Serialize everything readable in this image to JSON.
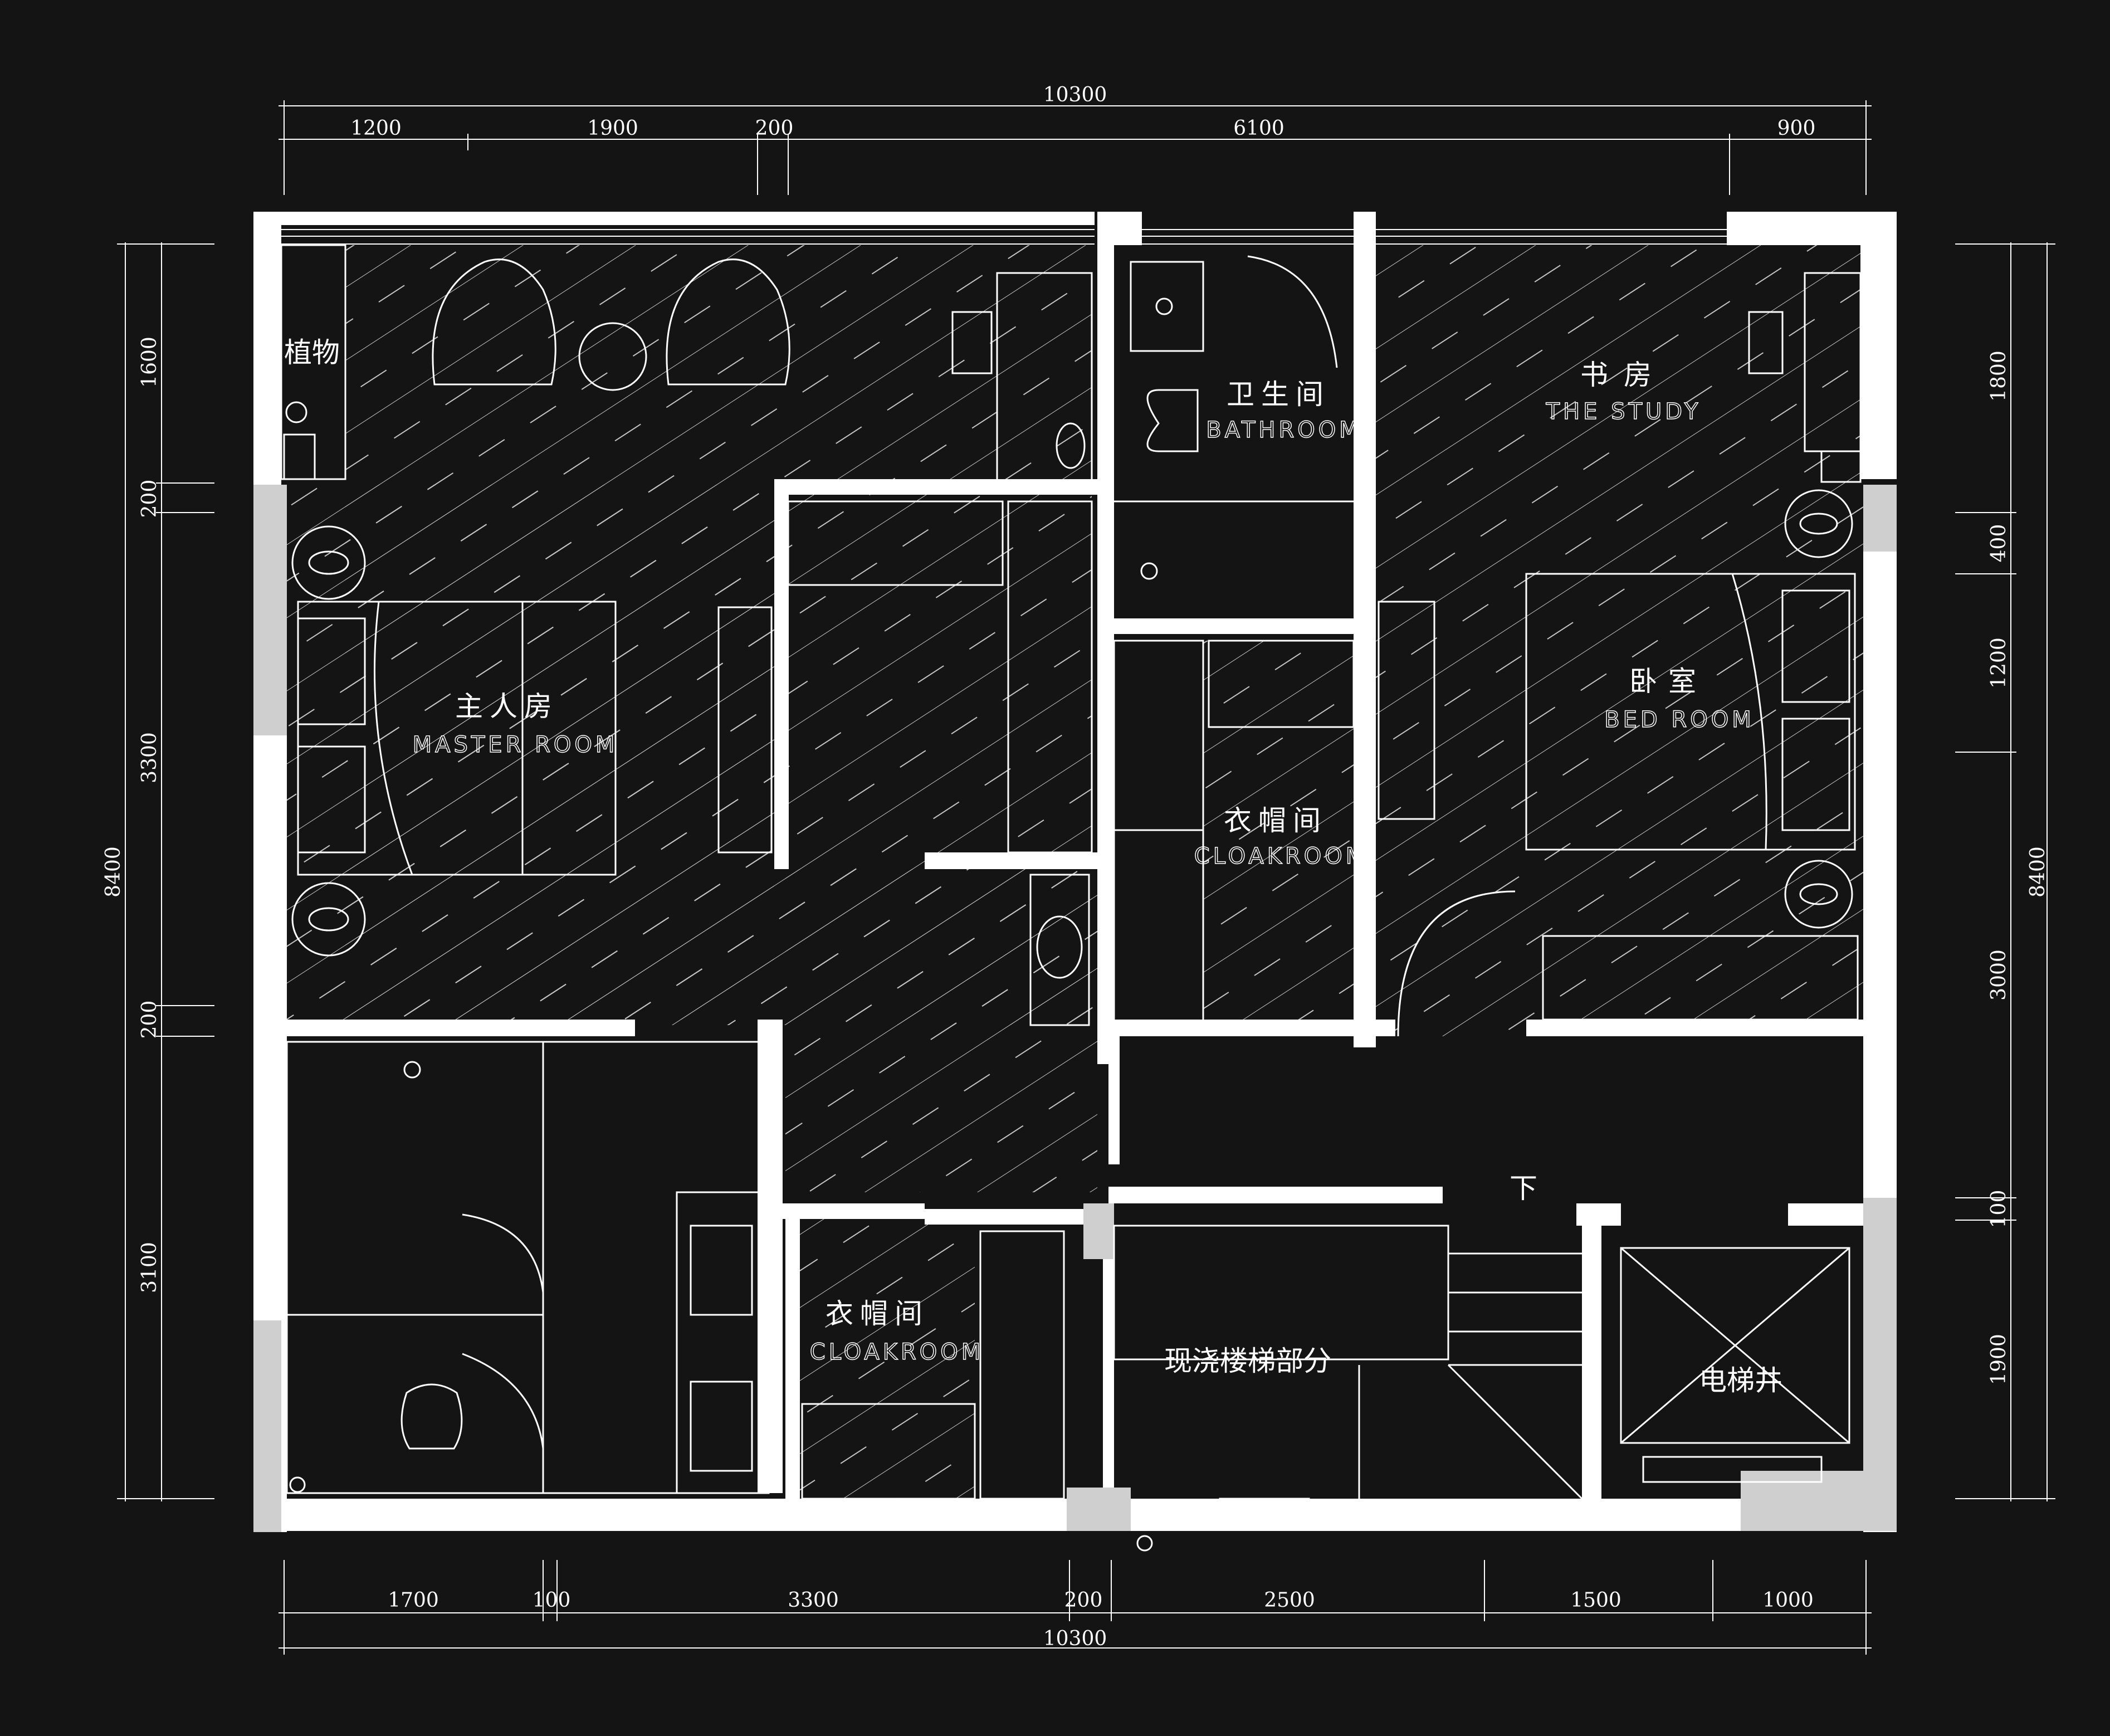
{
  "dimensions": {
    "top_total": "10300",
    "top": [
      "1200",
      "1900",
      "200",
      "6100",
      "900"
    ],
    "bottom": [
      "1700",
      "100",
      "3300",
      "200",
      "2500",
      "1500",
      "1000"
    ],
    "bottom_total": "10300",
    "left": [
      "1600",
      "200",
      "3300",
      "200",
      "3100"
    ],
    "left_total": "8400",
    "right": [
      "1800",
      "400",
      "1200",
      "3000",
      "100",
      "1900"
    ],
    "right_total": "8400"
  },
  "rooms": {
    "master": {
      "cn": "主人房",
      "en": "MASTER ROOM"
    },
    "bathroom": {
      "cn": "卫生间",
      "en": "BATHROOM"
    },
    "study": {
      "cn": "书房",
      "en": "THE STUDY"
    },
    "bedroom": {
      "cn": "卧室",
      "en": "BED ROOM"
    },
    "cloak1": {
      "cn": "衣帽间",
      "en": "CLOAKROOM"
    },
    "cloak2": {
      "cn": "衣帽间",
      "en": "CLOAKROOM"
    },
    "stairs": {
      "cn": "现浇楼梯部分"
    },
    "elevator": {
      "cn": "电梯井"
    },
    "plant": {
      "cn": "植物"
    },
    "stair_down": {
      "cn": "下"
    }
  },
  "colors": {
    "background": "#141414",
    "wall": "#ffffff",
    "column": "#cfcfcf",
    "line": "#ffffff"
  }
}
